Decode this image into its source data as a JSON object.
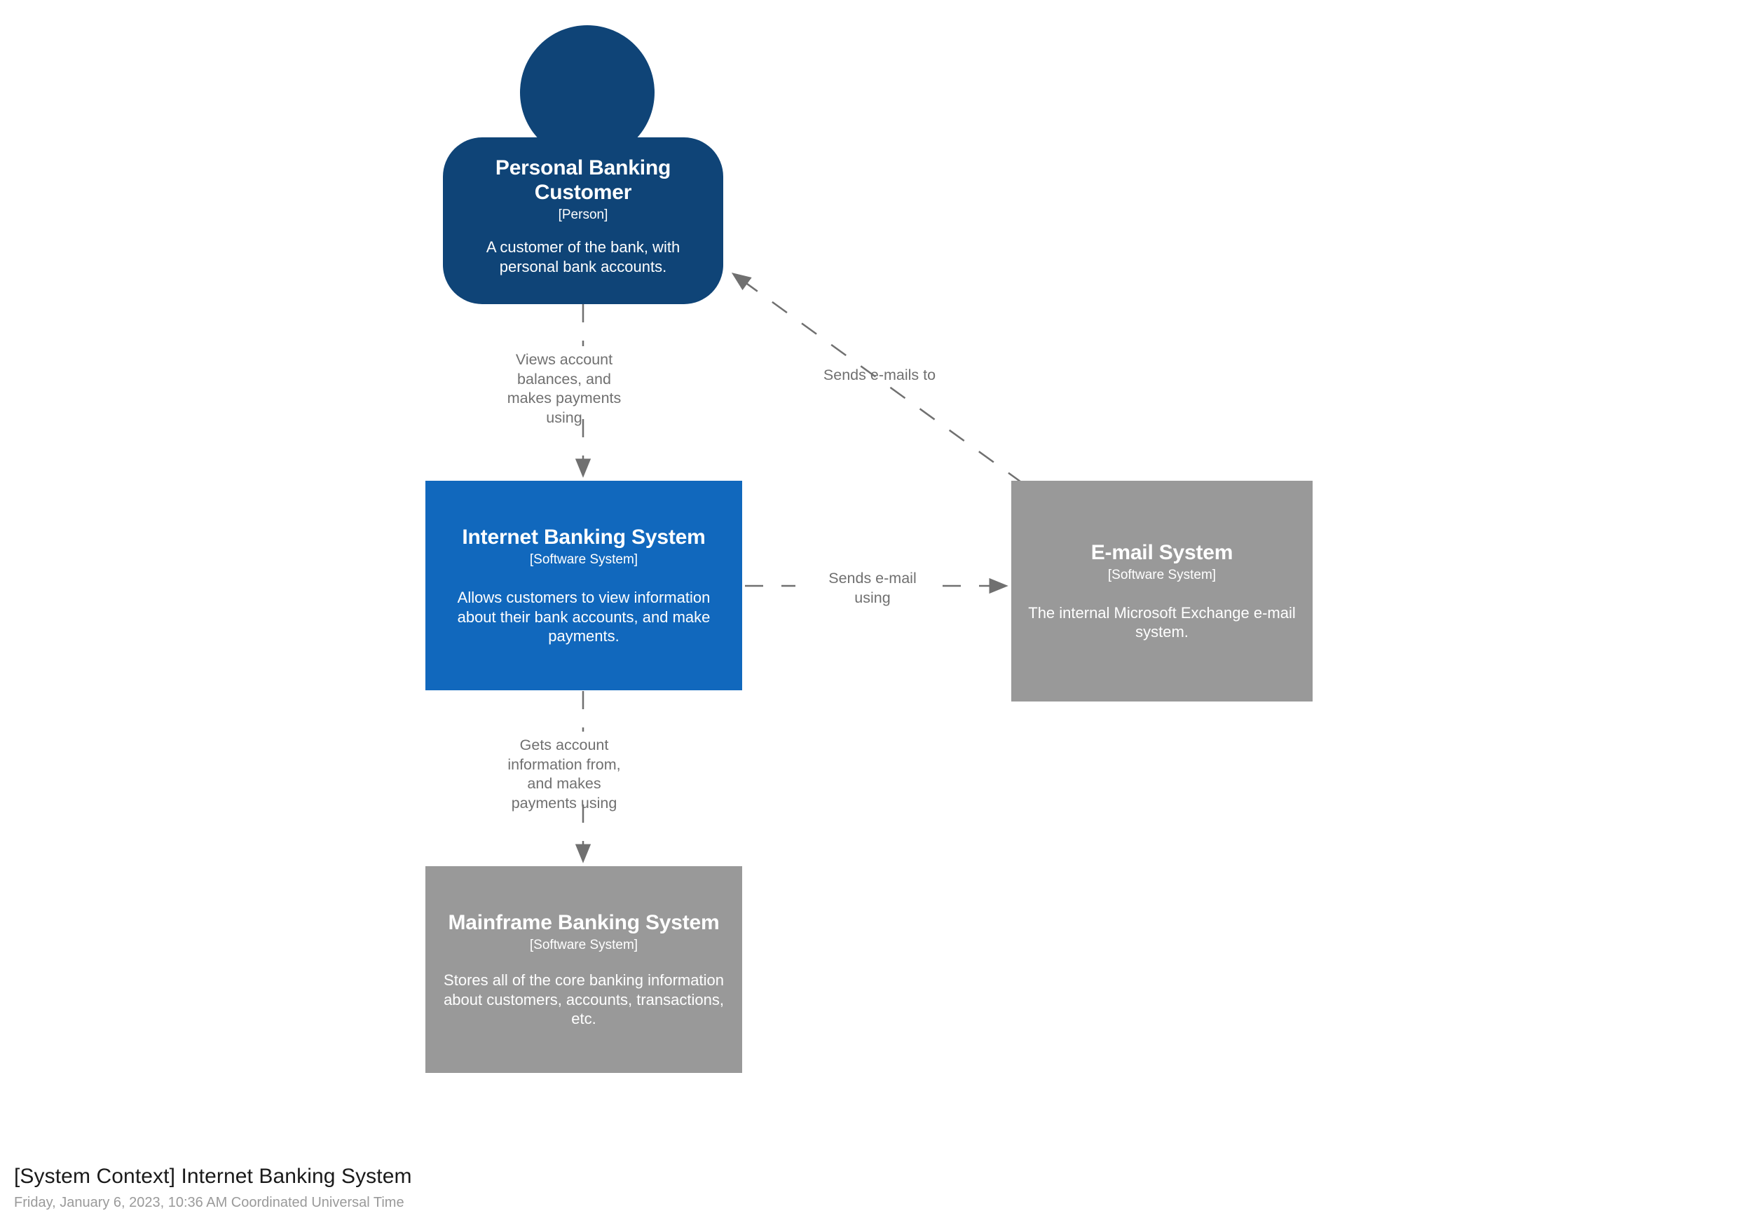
{
  "diagram": {
    "title": "[System Context] Internet Banking System",
    "timestamp": "Friday, January 6, 2023, 10:36 AM Coordinated Universal Time",
    "colors": {
      "person": "#0F4477",
      "focus_system": "#1168BD",
      "external_system": "#999999",
      "edge": "#707070",
      "background": "#FFFFFF",
      "label_text": "#707070",
      "title_text": "#1A1A1A",
      "timestamp_text": "#9A9A9A"
    }
  },
  "nodes": [
    {
      "id": "personal-banking-customer",
      "name": "Personal Banking Customer",
      "type": "[Person]",
      "description": "A customer of the bank, with personal bank accounts.",
      "shape": "person",
      "color": "#0F4477"
    },
    {
      "id": "internet-banking-system",
      "name": "Internet Banking System",
      "type": "[Software System]",
      "description": "Allows customers to view information about their bank accounts, and make payments.",
      "shape": "box",
      "color": "#1168BD"
    },
    {
      "id": "email-system",
      "name": "E-mail System",
      "type": "[Software System]",
      "description": "The internal Microsoft Exchange e-mail system.",
      "shape": "box",
      "color": "#999999"
    },
    {
      "id": "mainframe-banking-system",
      "name": "Mainframe Banking System",
      "type": "[Software System]",
      "description": "Stores all of the core banking information about customers, accounts, transactions, etc.",
      "shape": "box",
      "color": "#999999"
    }
  ],
  "edges": [
    {
      "id": "customer-uses-internet-banking",
      "from": "personal-banking-customer",
      "to": "internet-banking-system",
      "label": "Views account\nbalances, and\nmakes payments\nusing",
      "style": "dashed",
      "direction": "down"
    },
    {
      "id": "email-sends-emails-to-customer",
      "from": "email-system",
      "to": "personal-banking-customer",
      "label": "Sends e-mails to",
      "style": "dashed",
      "direction": "diagonal-up-left"
    },
    {
      "id": "internet-banking-sends-email-using",
      "from": "internet-banking-system",
      "to": "email-system",
      "label": "Sends e-mail\nusing",
      "style": "dashed",
      "direction": "right"
    },
    {
      "id": "internet-banking-gets-account-info",
      "from": "internet-banking-system",
      "to": "mainframe-banking-system",
      "label": "Gets account\ninformation from,\nand makes\npayments using",
      "style": "dashed",
      "direction": "down"
    }
  ]
}
